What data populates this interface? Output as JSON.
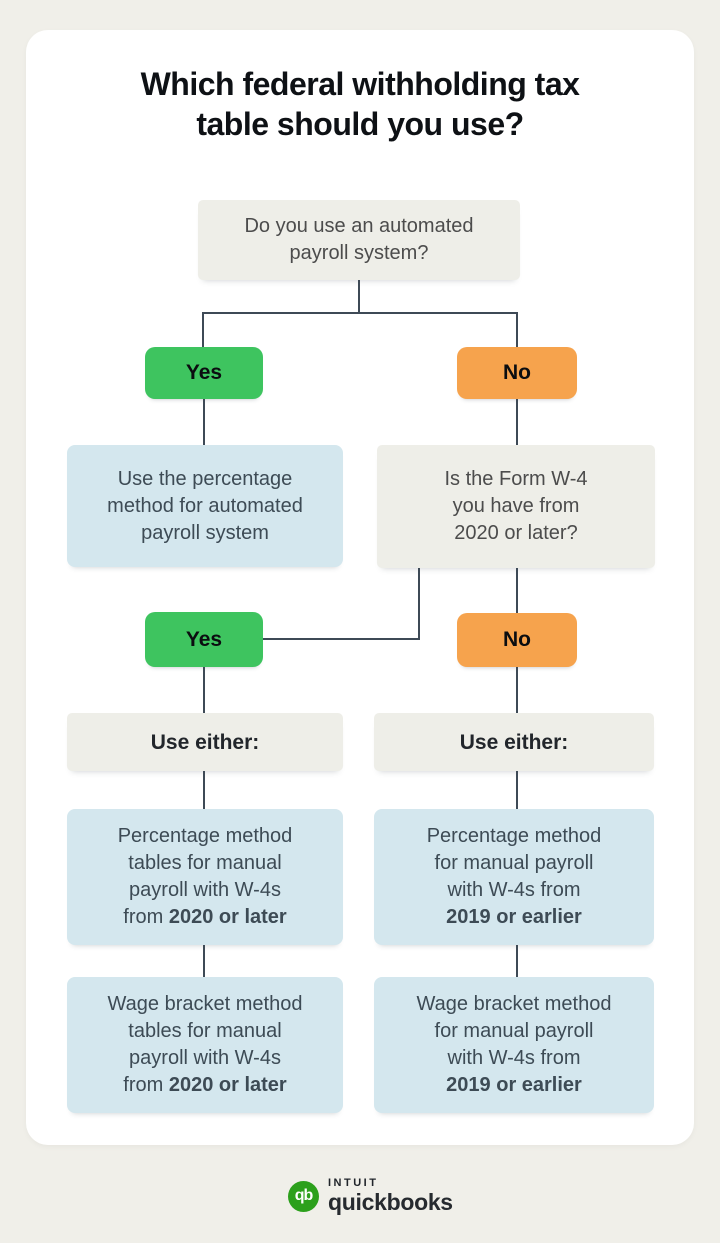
{
  "colors": {
    "page_bg": "#f0efe9",
    "card_bg": "#ffffff",
    "gray_box": "#eeeee8",
    "blue_box": "#d4e7ee",
    "yes_green": "#3ec45f",
    "no_orange": "#f6a34d",
    "connector_line": "#3e4a56",
    "brand_green": "#2ca01c"
  },
  "title": {
    "line1": "Which federal withholding tax",
    "line2": "table should you use?"
  },
  "flowchart": {
    "q_automated": {
      "line1": "Do you use an automated",
      "line2": "payroll system?"
    },
    "branch1": {
      "yes": "Yes",
      "no": "No"
    },
    "result_automated": {
      "line1": "Use the percentage",
      "line2": "method for automated",
      "line3": "payroll system"
    },
    "q_w4": {
      "line1": "Is the Form W-4",
      "line2": "you have from",
      "line3": "2020 or later?"
    },
    "branch2": {
      "yes": "Yes",
      "no": "No"
    },
    "use_either_left": "Use either:",
    "use_either_right": "Use either:",
    "percentage_2020": {
      "line1": "Percentage method",
      "line2": "tables for manual",
      "line3": "payroll with W-4s",
      "line4_prefix": "from ",
      "line4_bold": "2020 or later"
    },
    "percentage_2019": {
      "line1": "Percentage method",
      "line2": "for manual payroll",
      "line3": "with W-4s from",
      "line4_bold": "2019 or earlier"
    },
    "wage_2020": {
      "line1": "Wage bracket method",
      "line2": "tables for manual",
      "line3": "payroll with W-4s",
      "line4_prefix": "from ",
      "line4_bold": "2020 or later"
    },
    "wage_2019": {
      "line1": "Wage bracket method",
      "line2": "for manual payroll",
      "line3": "with W-4s from",
      "line4_bold": "2019 or earlier"
    }
  },
  "footer": {
    "logo_monogram": "qb",
    "brand_line1": "INTUIT",
    "brand_line2": "quickbooks"
  }
}
